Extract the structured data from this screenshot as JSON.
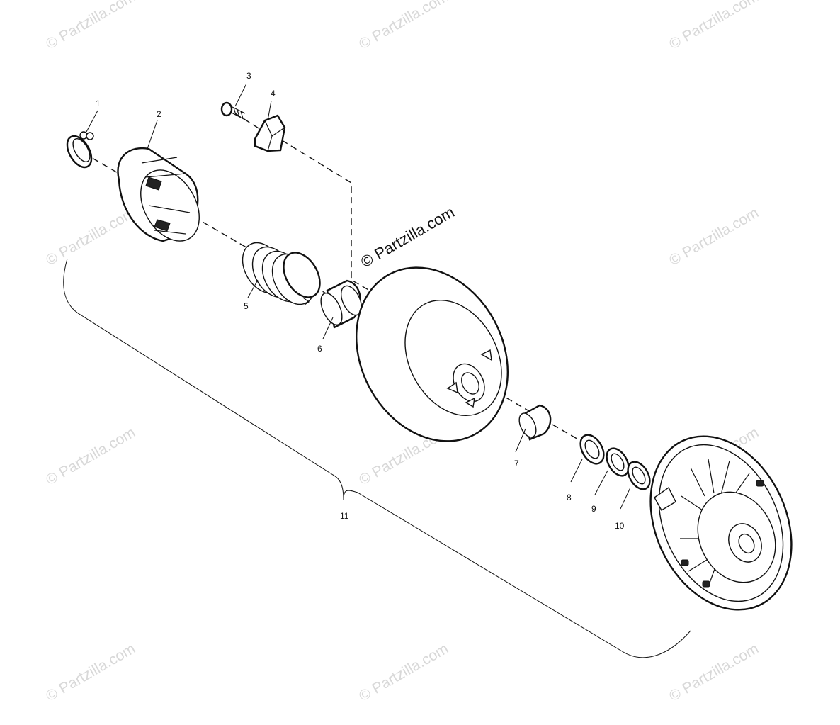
{
  "diagram": {
    "watermark_text": "© Partzilla.com",
    "center_watermark_text": "© Partzilla.com",
    "callouts": [
      {
        "id": "1",
        "label": "1"
      },
      {
        "id": "2",
        "label": "2"
      },
      {
        "id": "3",
        "label": "3"
      },
      {
        "id": "4",
        "label": "4"
      },
      {
        "id": "5",
        "label": "5"
      },
      {
        "id": "6",
        "label": "6"
      },
      {
        "id": "7",
        "label": "7"
      },
      {
        "id": "8",
        "label": "8"
      },
      {
        "id": "9",
        "label": "9"
      },
      {
        "id": "10",
        "label": "10"
      },
      {
        "id": "11",
        "label": "11"
      }
    ]
  }
}
